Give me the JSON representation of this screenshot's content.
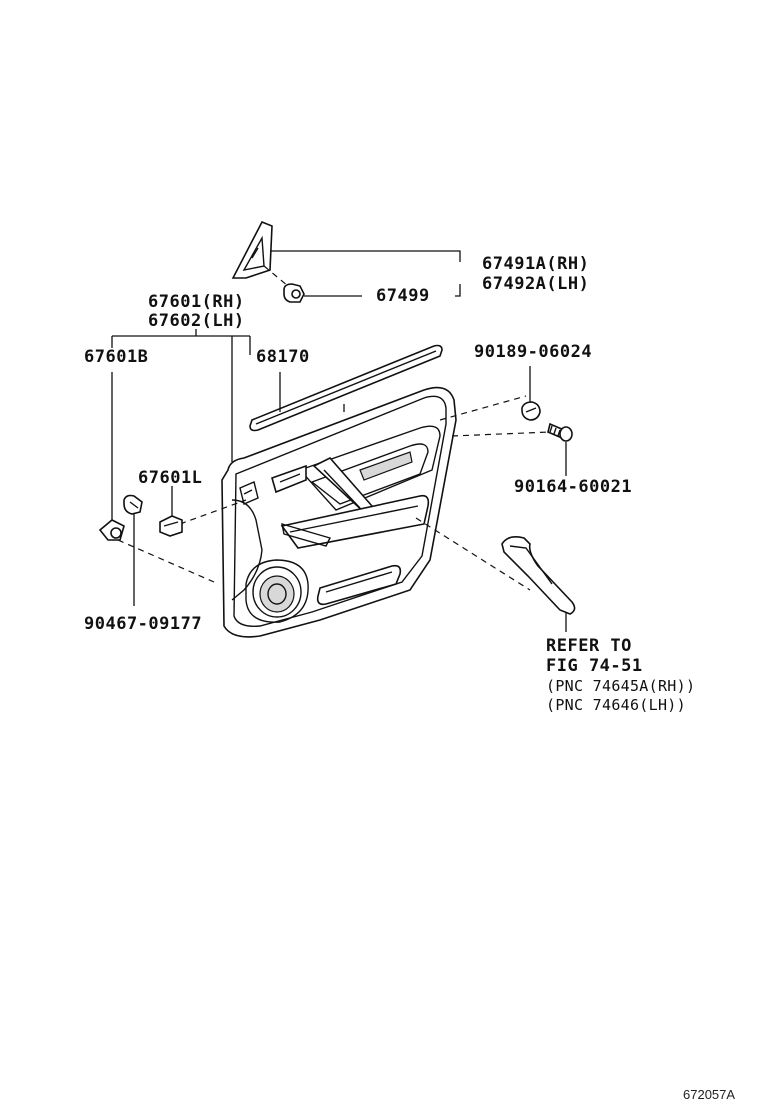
{
  "labels": {
    "p67491a": "67491A(RH)",
    "p67492a": "67492A(LH)",
    "p67499": "67499",
    "p67601": "67601(RH)",
    "p67602": "67602(LH)",
    "p67601b": "67601B",
    "p68170": "68170",
    "p90189": "90189-06024",
    "p67601l": "67601L",
    "p90164": "90164-60021",
    "p90467": "90467-09177",
    "refer_to": "REFER TO",
    "fig": "FIG 74-51",
    "pnc_rh": "(PNC 74645A(RH))",
    "pnc_lh": "(PNC 74646(LH))"
  },
  "figure_id": "672057A"
}
